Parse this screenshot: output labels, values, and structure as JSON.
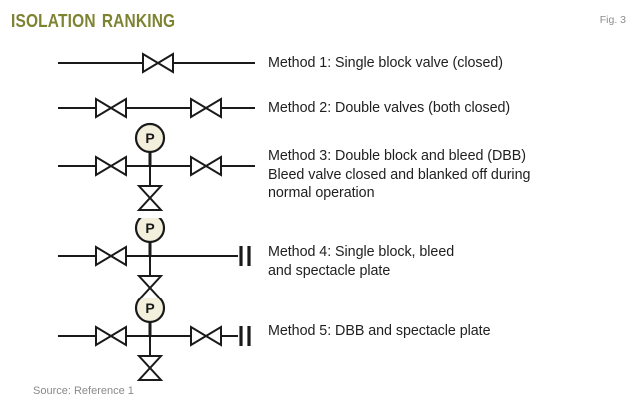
{
  "header": {
    "title": "Isolation ranking",
    "figure_label": "Fig. 3",
    "title_color": "#7d8331"
  },
  "footer": {
    "source": "Source: Reference 1",
    "source_color": "#8a8a8a"
  },
  "symbols": {
    "block_valve": "bowtie-valve-icon",
    "bleed_valve": "vertical-bleed-valve-icon",
    "pressure_gauge": "pressure-gauge-icon",
    "pressure_gauge_letter": "P",
    "spectacle_plate": "spectacle-plate-icon",
    "gauge_fill": "#f2efdc",
    "line_color": "#1a1a1a"
  },
  "methods": [
    {
      "id": "method-1",
      "label": "Method 1: Single block valve (closed)",
      "block_valves": 1,
      "has_gauge": false,
      "has_bleed_valve": false,
      "has_spectacle_plate": false
    },
    {
      "id": "method-2",
      "label": "Method 2: Double valves (both closed)",
      "block_valves": 2,
      "has_gauge": false,
      "has_bleed_valve": false,
      "has_spectacle_plate": false
    },
    {
      "id": "method-3",
      "label": "Method 3: Double block and bleed (DBB)\nBleed valve closed and blanked off during\nnormal operation",
      "block_valves": 2,
      "has_gauge": true,
      "has_bleed_valve": true,
      "has_spectacle_plate": false
    },
    {
      "id": "method-4",
      "label": "Method 4: Single block, bleed\nand spectacle plate",
      "block_valves": 1,
      "has_gauge": true,
      "has_bleed_valve": true,
      "has_spectacle_plate": true
    },
    {
      "id": "method-5",
      "label": "Method 5: DBB and spectacle plate",
      "block_valves": 2,
      "has_gauge": true,
      "has_bleed_valve": true,
      "has_spectacle_plate": true
    }
  ]
}
